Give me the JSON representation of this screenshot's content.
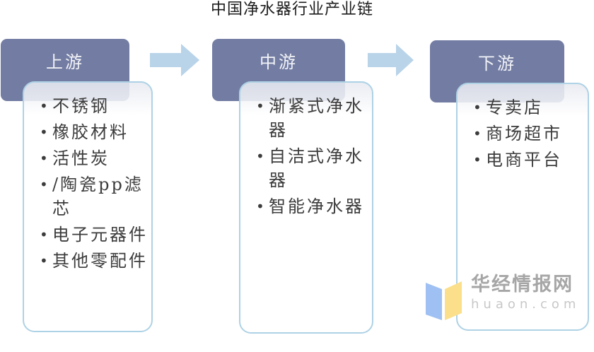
{
  "title": "中国净水器行业产业链",
  "columns": [
    {
      "header": "上游",
      "items": [
        "不锈钢",
        "橡胶材料",
        "活性炭",
        "/陶瓷pp滤芯",
        "电子元器件",
        "其他零配件"
      ]
    },
    {
      "header": "中游",
      "items": [
        "渐紧式净水器",
        "自洁式净水器",
        "智能净水器"
      ]
    },
    {
      "header": "下游",
      "items": [
        "专卖店",
        "商场超市",
        "电商平台"
      ]
    }
  ],
  "bullet_glyph": "•",
  "watermark": {
    "brand": "华经情报网",
    "domain": "huaon.com"
  },
  "colors": {
    "header_bg": "#737da3",
    "header_text": "#f2f3f7",
    "box_border": "#aed2e5",
    "body_text": "#3c3c3c",
    "title_text": "#1c1c1c",
    "arrow_fill": "#b9d4e9",
    "brand_gray": "#a6a6a6",
    "domain_gray": "#c8c8c8",
    "logo_blue": "#9fc0f2",
    "logo_yellow": "#fbdf8b"
  }
}
